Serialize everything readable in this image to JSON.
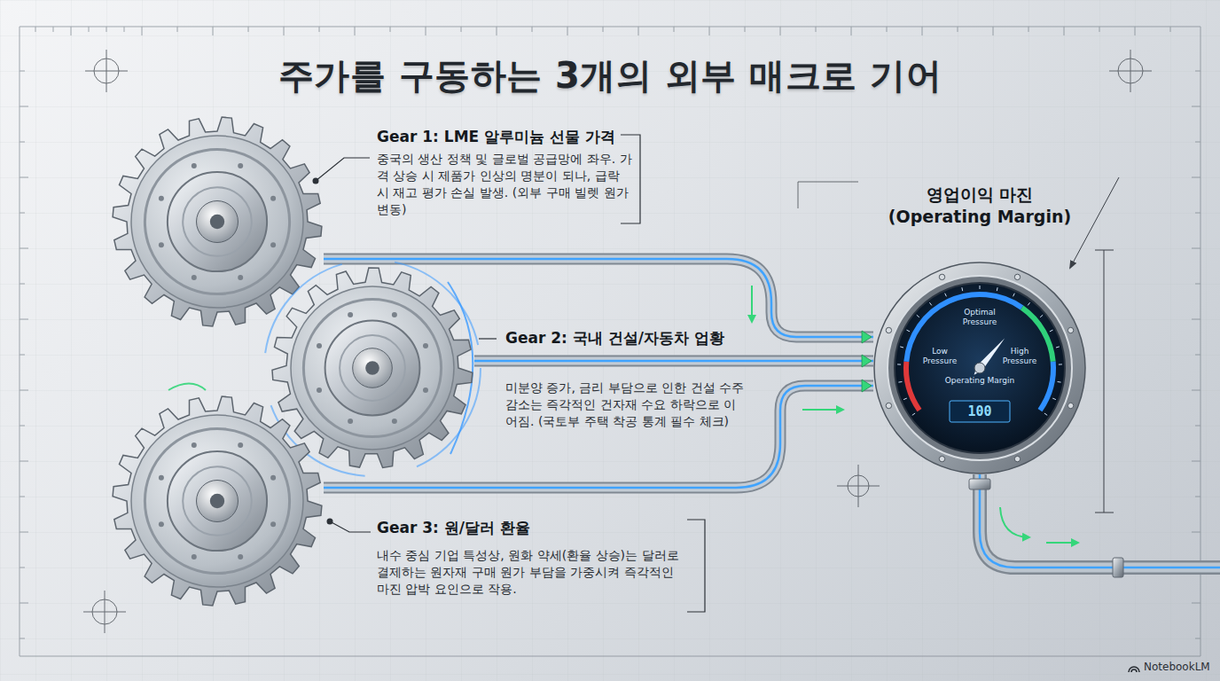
{
  "diagram": {
    "title": "주가를 구동하는 3개의 외부 매크로 기어",
    "nodes": [
      {
        "text": [
          "Gear 1: LME 알루미늄 선물 가격",
          "중국의 생산 정책 및 글로벌 공급망에 좌우. 가격 상승 시 제품가 인상의 명분이 되나, 급락 시 재고 평가 손실 발생. (외부 구매 빌렛 원가 변동)"
        ]
      },
      {
        "text": [
          "Gear 2: 국내 건설/자동차 업황",
          "미분양 증가, 금리 부담으로 인한 건설 수주 감소는 즉각적인 건자재 수요 하락으로 이어짐. (국토부 주택 착공 통계 필수 체크)"
        ]
      },
      {
        "text": [
          "Gear 3: 원/달러 환율",
          "내수 중심 기업 특성상, 원화 약세(환율 상승)는 달러로 결제하는 원자재 구매 원가 부담을 가중시켜 즉각적인 마진 압박 요인으로 작용."
        ]
      },
      {
        "text": [
          "영업이익 마진 (Operating Margin)",
          "Optimal Pressure",
          "Low Pressure",
          "High Pressure",
          "Operating Margin",
          "100"
        ]
      }
    ],
    "edges": [
      {
        "from": 0,
        "to": 3,
        "arrow": "to"
      },
      {
        "from": 1,
        "to": 3,
        "arrow": "to"
      },
      {
        "from": 2,
        "to": 3,
        "arrow": "to"
      }
    ],
    "labels": [
      "NotebookLM"
    ]
  }
}
